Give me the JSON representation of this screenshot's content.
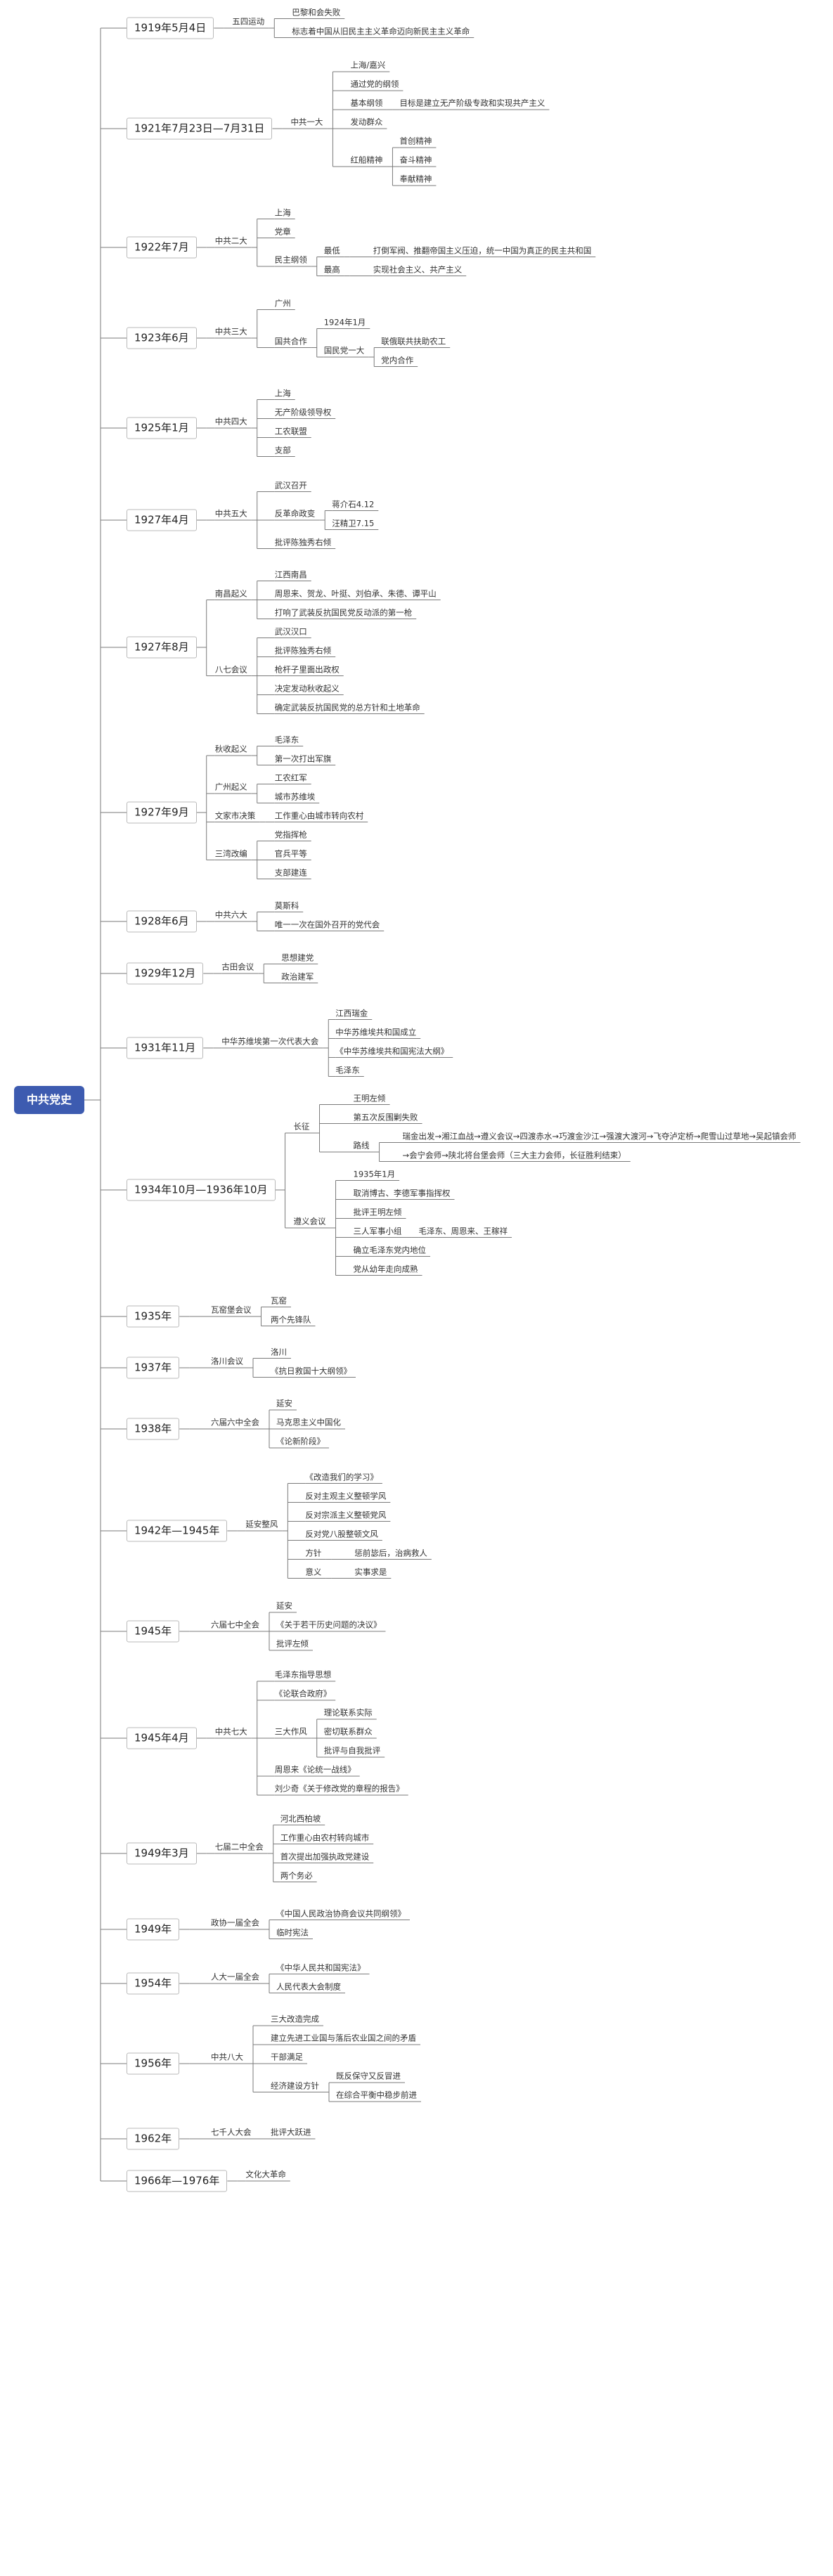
{
  "title": "中共党史",
  "theme": {
    "root_bg": "#3d5bb0",
    "line": "#7a7a7a"
  },
  "events": [
    {
      "date": "1919年5月4日",
      "items": [
        {
          "t": "五四运动",
          "c": [
            {
              "t": "巴黎和会失败"
            },
            {
              "t": "标志着中国从旧民主主义革命迈向新民主主义革命"
            }
          ]
        }
      ]
    },
    {
      "date": "1921年7月23日—7月31日",
      "items": [
        {
          "t": "中共一大",
          "c": [
            {
              "t": "上海/嘉兴"
            },
            {
              "t": "通过党的纲领"
            },
            {
              "t": "基本纲领",
              "c": [
                {
                  "t": "目标是建立无产阶级专政和实现共产主义"
                }
              ]
            },
            {
              "t": "发动群众"
            },
            {
              "t": "红船精神",
              "c": [
                {
                  "t": "首创精神"
                },
                {
                  "t": "奋斗精神"
                },
                {
                  "t": "奉献精神"
                }
              ]
            }
          ]
        }
      ]
    },
    {
      "date": "1922年7月",
      "items": [
        {
          "t": "中共二大",
          "c": [
            {
              "t": "上海"
            },
            {
              "t": "党章"
            },
            {
              "t": "民主纲领",
              "c": [
                {
                  "t": "最低",
                  "c": [
                    {
                      "t": "打倒军阀、推翻帝国主义压迫，统一中国为真正的民主共和国"
                    }
                  ]
                },
                {
                  "t": "最高",
                  "c": [
                    {
                      "t": "实现社会主义、共产主义"
                    }
                  ]
                }
              ]
            }
          ]
        }
      ]
    },
    {
      "date": "1923年6月",
      "items": [
        {
          "t": "中共三大",
          "c": [
            {
              "t": "广州"
            },
            {
              "t": "国共合作",
              "c": [
                {
                  "t": "1924年1月"
                },
                {
                  "t": "国民党一大",
                  "c": [
                    {
                      "t": "联俄联共扶助农工"
                    },
                    {
                      "t": "党内合作"
                    }
                  ]
                }
              ]
            }
          ]
        }
      ]
    },
    {
      "date": "1925年1月",
      "items": [
        {
          "t": "中共四大",
          "c": [
            {
              "t": "上海"
            },
            {
              "t": "无产阶级领导权"
            },
            {
              "t": "工农联盟"
            },
            {
              "t": "支部"
            }
          ]
        }
      ]
    },
    {
      "date": "1927年4月",
      "items": [
        {
          "t": "中共五大",
          "c": [
            {
              "t": "武汉召开"
            },
            {
              "t": "反革命政变",
              "c": [
                {
                  "t": "蒋介石4.12"
                },
                {
                  "t": "汪精卫7.15"
                }
              ]
            },
            {
              "t": "批评陈独秀右倾"
            }
          ]
        }
      ]
    },
    {
      "date": "1927年8月",
      "items": [
        {
          "t": "南昌起义",
          "c": [
            {
              "t": "江西南昌"
            },
            {
              "t": "周恩来、贺龙、叶挺、刘伯承、朱德、谭平山"
            },
            {
              "t": "打响了武装反抗国民党反动派的第一枪"
            }
          ]
        },
        {
          "t": "八七会议",
          "c": [
            {
              "t": "武汉汉口"
            },
            {
              "t": "批评陈独秀右倾"
            },
            {
              "t": "枪杆子里面出政权"
            },
            {
              "t": "决定发动秋收起义"
            },
            {
              "t": "确定武装反抗国民党的总方针和土地革命"
            }
          ]
        }
      ]
    },
    {
      "date": "1927年9月",
      "items": [
        {
          "t": "秋收起义",
          "c": [
            {
              "t": "毛泽东"
            },
            {
              "t": "第一次打出军旗"
            }
          ]
        },
        {
          "t": "广州起义",
          "c": [
            {
              "t": "工农红军"
            },
            {
              "t": "城市苏维埃"
            }
          ]
        },
        {
          "t": "文家市决策",
          "c": [
            {
              "t": "工作重心由城市转向农村"
            }
          ]
        },
        {
          "t": "三湾改编",
          "c": [
            {
              "t": "党指挥枪"
            },
            {
              "t": "官兵平等"
            },
            {
              "t": "支部建连"
            }
          ]
        }
      ]
    },
    {
      "date": "1928年6月",
      "items": [
        {
          "t": "中共六大",
          "c": [
            {
              "t": "莫斯科"
            },
            {
              "t": "唯一一次在国外召开的党代会"
            }
          ]
        }
      ]
    },
    {
      "date": "1929年12月",
      "items": [
        {
          "t": "古田会议",
          "c": [
            {
              "t": "思想建党"
            },
            {
              "t": "政治建军"
            }
          ]
        }
      ]
    },
    {
      "date": "1931年11月",
      "items": [
        {
          "t": "中华苏维埃第一次代表大会",
          "c": [
            {
              "t": "江西瑞金"
            },
            {
              "t": "中华苏维埃共和国成立"
            },
            {
              "t": "《中华苏维埃共和国宪法大纲》"
            },
            {
              "t": "毛泽东"
            }
          ]
        }
      ]
    },
    {
      "date": "1934年10月—1936年10月",
      "items": [
        {
          "t": "长征",
          "c": [
            {
              "t": "王明左倾"
            },
            {
              "t": "第五次反围剿失败"
            },
            {
              "t": "路线",
              "c": [
                {
                  "t": "瑞金出发→湘江血战→遵义会议→四渡赤水→巧渡金沙江→强渡大渡河→飞夺泸定桥→爬雪山过草地→吴起镇会师"
                },
                {
                  "t": "→会宁会师→陕北将台堡会师（三大主力会师，长征胜利结束）"
                }
              ]
            }
          ]
        },
        {
          "t": "遵义会议",
          "c": [
            {
              "t": "1935年1月"
            },
            {
              "t": "取消博古、李德军事指挥权"
            },
            {
              "t": "批评王明左倾"
            },
            {
              "t": "三人军事小组",
              "c": [
                {
                  "t": "毛泽东、周恩来、王稼祥"
                }
              ]
            },
            {
              "t": "确立毛泽东党内地位"
            },
            {
              "t": "党从幼年走向成熟"
            }
          ]
        }
      ]
    },
    {
      "date": "1935年",
      "items": [
        {
          "t": "瓦窑堡会议",
          "c": [
            {
              "t": "瓦窑"
            },
            {
              "t": "两个先锋队"
            }
          ]
        }
      ]
    },
    {
      "date": "1937年",
      "items": [
        {
          "t": "洛川会议",
          "c": [
            {
              "t": "洛川"
            },
            {
              "t": "《抗日救国十大纲领》"
            }
          ]
        }
      ]
    },
    {
      "date": "1938年",
      "items": [
        {
          "t": "六届六中全会",
          "c": [
            {
              "t": "延安"
            },
            {
              "t": "马克思主义中国化"
            },
            {
              "t": "《论新阶段》"
            }
          ]
        }
      ]
    },
    {
      "date": "1942年—1945年",
      "items": [
        {
          "t": "延安整风",
          "c": [
            {
              "t": "《改造我们的学习》"
            },
            {
              "t": "反对主观主义整顿学风"
            },
            {
              "t": "反对宗派主义整顿党风"
            },
            {
              "t": "反对党八股整顿文风"
            },
            {
              "t": "方针",
              "c": [
                {
                  "t": "惩前毖后，治病救人"
                }
              ]
            },
            {
              "t": "意义",
              "c": [
                {
                  "t": "实事求是"
                }
              ]
            }
          ]
        }
      ]
    },
    {
      "date": "1945年",
      "items": [
        {
          "t": "六届七中全会",
          "c": [
            {
              "t": "延安"
            },
            {
              "t": "《关于若干历史问题的决议》"
            },
            {
              "t": "批评左倾"
            }
          ]
        }
      ]
    },
    {
      "date": "1945年4月",
      "items": [
        {
          "t": "中共七大",
          "c": [
            {
              "t": "毛泽东指导思想"
            },
            {
              "t": "《论联合政府》"
            },
            {
              "t": "三大作风",
              "c": [
                {
                  "t": "理论联系实际"
                },
                {
                  "t": "密切联系群众"
                },
                {
                  "t": "批评与自我批评"
                }
              ]
            },
            {
              "t": "周恩来《论统一战线》"
            },
            {
              "t": "刘少奇《关于修改党的章程的报告》"
            }
          ]
        }
      ]
    },
    {
      "date": "1949年3月",
      "items": [
        {
          "t": "七届二中全会",
          "c": [
            {
              "t": "河北西柏坡"
            },
            {
              "t": "工作重心由农村转向城市"
            },
            {
              "t": "首次提出加强执政党建设"
            },
            {
              "t": "两个务必"
            }
          ]
        }
      ]
    },
    {
      "date": "1949年",
      "items": [
        {
          "t": "政协一届全会",
          "c": [
            {
              "t": "《中国人民政治协商会议共同纲领》"
            },
            {
              "t": "临时宪法"
            }
          ]
        }
      ]
    },
    {
      "date": "1954年",
      "items": [
        {
          "t": "人大一届全会",
          "c": [
            {
              "t": "《中华人民共和国宪法》"
            },
            {
              "t": "人民代表大会制度"
            }
          ]
        }
      ]
    },
    {
      "date": "1956年",
      "items": [
        {
          "t": "中共八大",
          "c": [
            {
              "t": "三大改造完成"
            },
            {
              "t": "建立先进工业国与落后农业国之间的矛盾"
            },
            {
              "t": "干部满足"
            },
            {
              "t": "经济建设方针",
              "c": [
                {
                  "t": "既反保守又反冒进"
                },
                {
                  "t": "在综合平衡中稳步前进"
                }
              ]
            }
          ]
        }
      ]
    },
    {
      "date": "1962年",
      "items": [
        {
          "t": "七千人大会",
          "c": [
            {
              "t": "批评大跃进"
            }
          ]
        }
      ]
    },
    {
      "date": "1966年—1976年",
      "items": [
        {
          "t": "文化大革命"
        }
      ]
    }
  ]
}
